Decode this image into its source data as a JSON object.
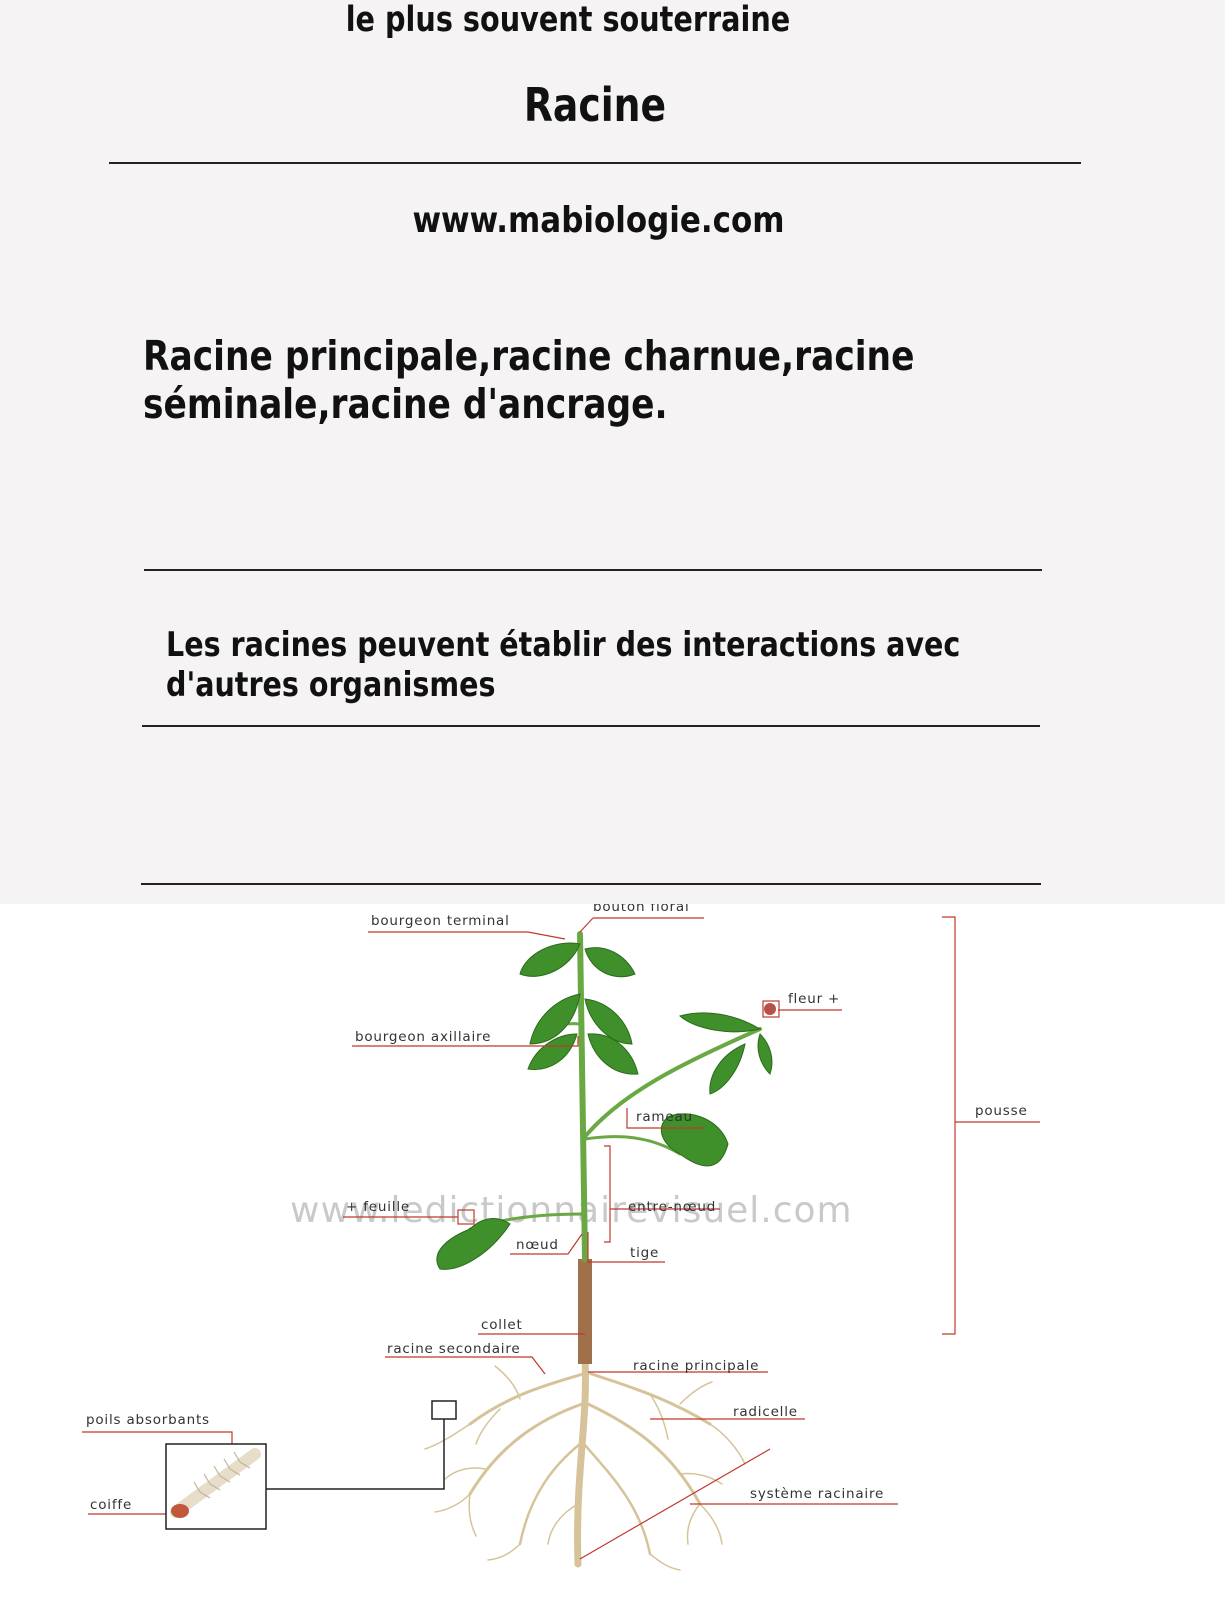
{
  "header": {
    "title": "Racine",
    "website": "www.mabiologie.com"
  },
  "body": {
    "paragraph1": "Racine principale,racine charnue,racine séminale,racine d'ancrage.",
    "paragraph2": "Les racines peuvent établir des interactions avec d'autres organismes",
    "paragraph3": "le plus souvent souterraine"
  },
  "diagram": {
    "watermark": "www.ledictionnairevisuel.com",
    "labels": {
      "bourgeon_terminal": "bourgeon terminal",
      "bouton_floral": "bouton floral",
      "fleur": "fleur +",
      "bourgeon_axillaire": "bourgeon axillaire",
      "pousse": "pousse",
      "rameau": "rameau",
      "feuille": "+ feuille",
      "entre_noeud": "entre-nœud",
      "noeud": "nœud",
      "tige": "tige",
      "collet": "collet",
      "racine_secondaire": "racine secondaire",
      "racine_principale": "racine principale",
      "radicelle": "radicelle",
      "poils_absorbants": "poils absorbants",
      "coiffe": "coiffe",
      "systeme_racinaire": "système racinaire"
    },
    "colors": {
      "leader": "#c0392b",
      "leaf": "#3f8f2a",
      "stem": "#5e9a3a",
      "root": "#d9c49a"
    }
  }
}
